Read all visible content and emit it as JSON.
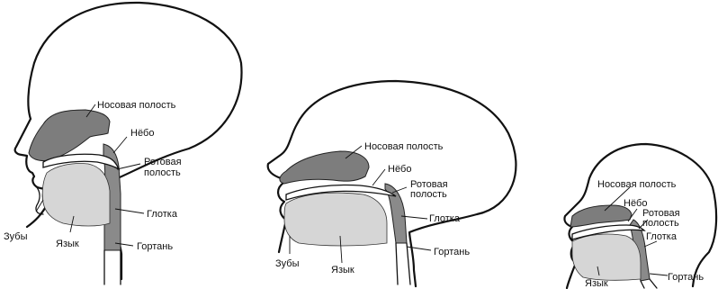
{
  "diagrams": [
    {
      "nasal_cavity": "Носовая полость",
      "palate": "Нёбо",
      "oral_cavity_line1": "Ротовая",
      "oral_cavity_line2": "полость",
      "pharynx": "Глотка",
      "teeth": "Зубы",
      "tongue": "Язык",
      "larynx": "Гортань"
    },
    {
      "nasal_cavity": "Носовая полость",
      "palate": "Нёбо",
      "oral_cavity_line1": "Ротовая",
      "oral_cavity_line2": "полость",
      "pharynx": "Глотка",
      "teeth": "Зубы",
      "tongue": "Язык",
      "larynx": "Гортань"
    },
    {
      "nasal_cavity": "Носовая полость",
      "palate": "Нёбо",
      "oral_cavity_line1": "Ротовая",
      "oral_cavity_line2": "полость",
      "pharynx": "Глотка",
      "tongue": "Язык",
      "larynx": "Гортань"
    }
  ],
  "colors": {
    "nasal_fill": "#7d7d7d",
    "pharynx_fill": "#8a8a8a",
    "tongue_fill": "#d6d6d6",
    "outline": "#111111"
  }
}
